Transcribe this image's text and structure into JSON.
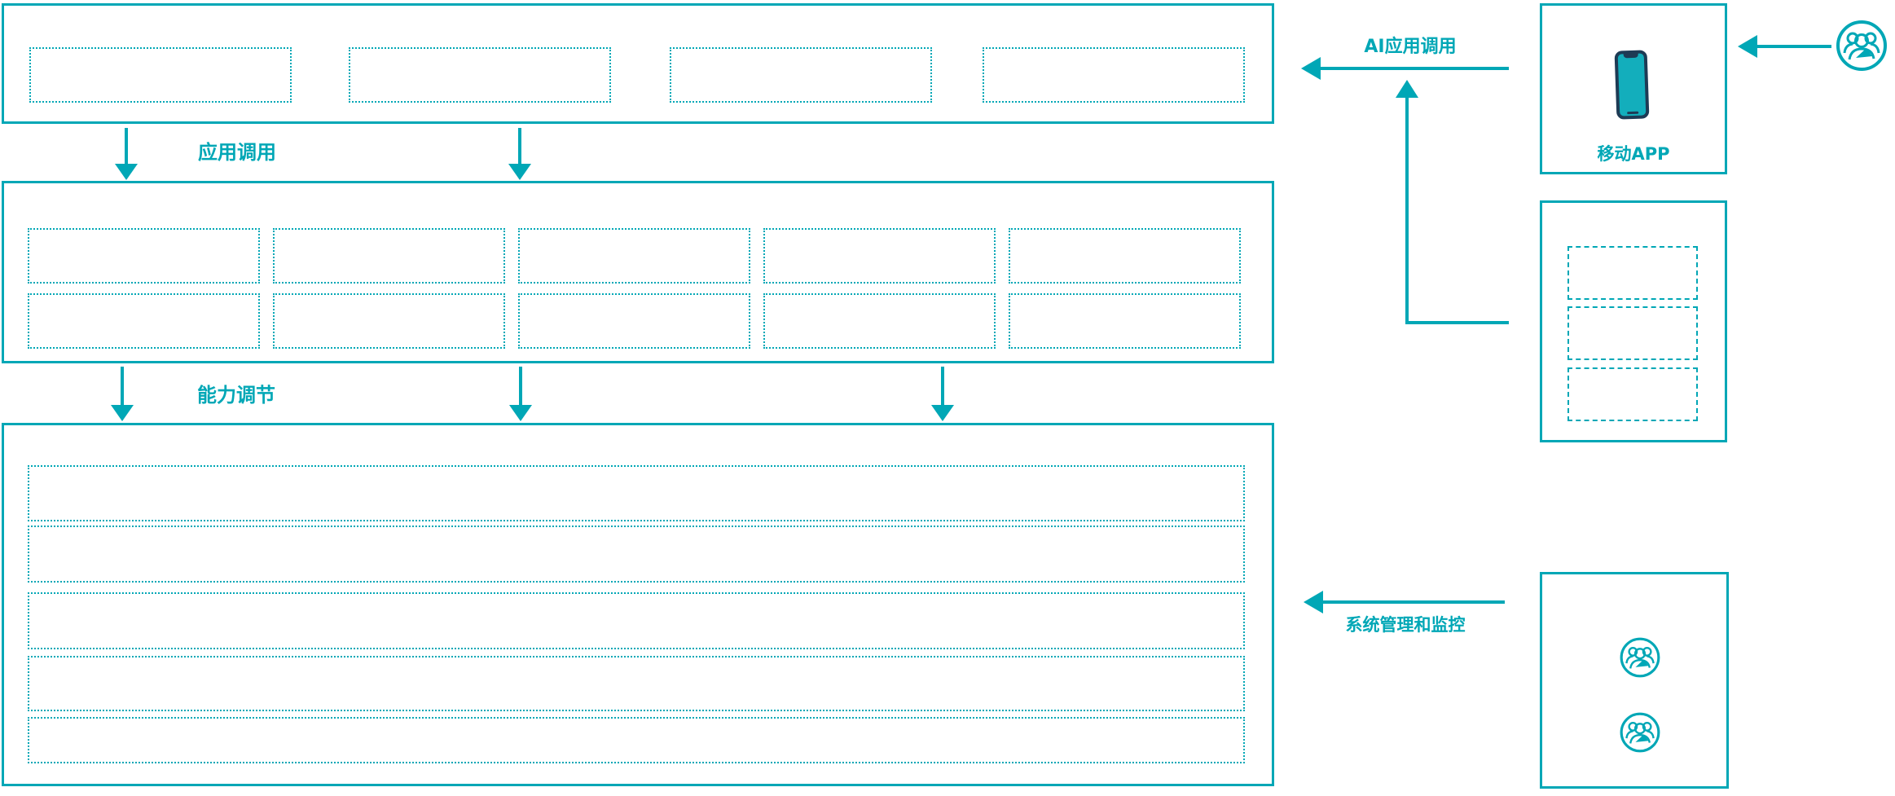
{
  "diagram": {
    "colors": {
      "accent": "#00a7b6",
      "phone_frame": "#1e3b55",
      "phone_screen": "#13aebc",
      "background": "#ffffff"
    },
    "connectors": {
      "app_call": {
        "label": "应用调用"
      },
      "capability_adjust": {
        "label": "能力调节"
      },
      "ai_app_call": {
        "label": "AI应用调用"
      },
      "system_monitor": {
        "label": "系统管理和监控"
      }
    },
    "nodes": {
      "mobile_app": {
        "label": "移动APP",
        "icon": "smartphone-icon"
      },
      "end_user": {
        "icon": "users-icon"
      },
      "admin_users": {
        "icons": [
          "users-icon",
          "users-icon"
        ]
      }
    }
  }
}
